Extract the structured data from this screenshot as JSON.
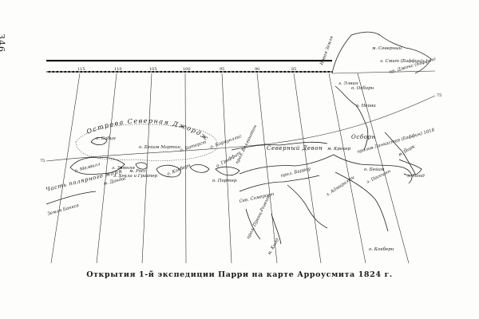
{
  "page": {
    "number": "346"
  },
  "caption": "Открытия 1-й экспедиции Парри на карте Арроусмита 1824 г.",
  "map": {
    "meridians": [
      "115",
      "110",
      "105",
      "100",
      "95",
      "90",
      "85"
    ],
    "parallels": [
      "75",
      "75"
    ],
    "regions": [
      {
        "id": "north-georgia",
        "label": "Острова Северная Джорджия"
      },
      {
        "id": "polar-sea",
        "label": "Часть полярного моря"
      },
      {
        "id": "banks-land",
        "label": "Земля Банкса"
      }
    ],
    "places": [
      {
        "id": "sabine",
        "label": "о. Сабин"
      },
      {
        "id": "byam-martin",
        "label": "о. Бейам Мартин"
      },
      {
        "id": "bathurst",
        "label": "о. Батерст"
      },
      {
        "id": "cornwallis",
        "label": "о. Корнуоллис"
      },
      {
        "id": "melville",
        "label": "о. Мелвилл"
      },
      {
        "id": "winter-harbour",
        "label": "з. Зимняя"
      },
      {
        "id": "hecla-griper",
        "label": "з. Хекла и Грайпер"
      },
      {
        "id": "cape-dundas",
        "label": "м. Дандас"
      },
      {
        "id": "ross",
        "label": "м. Росс"
      },
      {
        "id": "griffith",
        "label": "о. Гриффит"
      },
      {
        "id": "porter",
        "label": "о. Портер"
      },
      {
        "id": "cockburn",
        "label": "о. Кокберн"
      },
      {
        "id": "wellington",
        "label": "прол. Веллингтон"
      },
      {
        "id": "north-devon",
        "label": "Северный Девон"
      },
      {
        "id": "barrow",
        "label": "прол. Барроу"
      },
      {
        "id": "prince-regent",
        "label": "прол. Принц-Регент"
      },
      {
        "id": "north-somerset",
        "label": "Сев. Сомерсет"
      },
      {
        "id": "lancaster",
        "label": "пролив Ланкастер (Баффин) 1818"
      },
      {
        "id": "osborn",
        "label": "Осборн"
      },
      {
        "id": "croker",
        "label": "м. Крокер"
      },
      {
        "id": "navy-board",
        "label": "з. Нейви"
      },
      {
        "id": "admiralty",
        "label": "з. Адмиралти"
      },
      {
        "id": "possession",
        "label": "з. Посешен"
      },
      {
        "id": "byam",
        "label": "о. Бейам"
      },
      {
        "id": "elwin",
        "label": "з. Элвин"
      },
      {
        "id": "smith-sound",
        "label": "з. Смит (Баффин)"
      },
      {
        "id": "jones-sound",
        "label": "пр. Джонс (Баффин)"
      },
      {
        "id": "north-cape",
        "label": "м. Северный"
      },
      {
        "id": "cape-osborne",
        "label": "о. Осборн"
      },
      {
        "id": "new-land",
        "label": "Новая Земля"
      },
      {
        "id": "cape-york",
        "label": "м. Йорк"
      },
      {
        "id": "pond",
        "label": "з. Понд"
      },
      {
        "id": "cockburn-south",
        "label": "о. Кокберн"
      },
      {
        "id": "cape-kidd",
        "label": "м. Кидд"
      }
    ]
  }
}
